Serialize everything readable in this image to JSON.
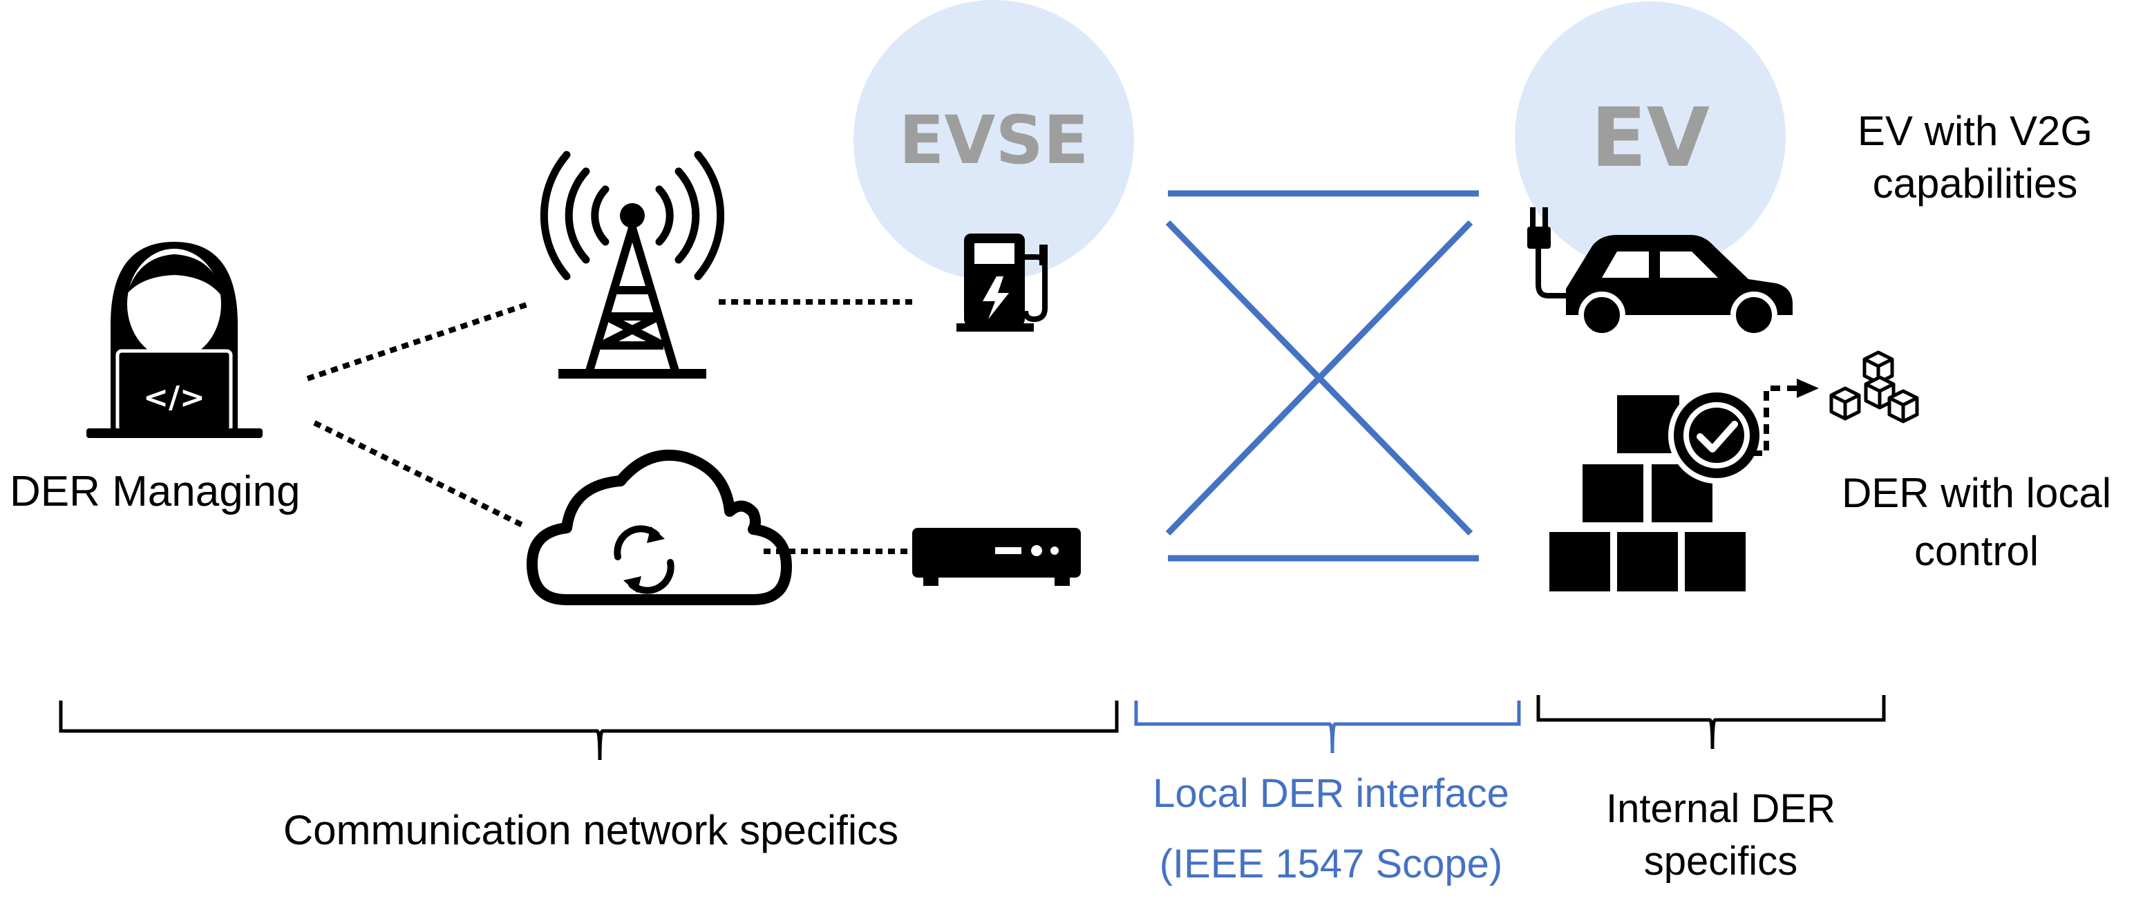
{
  "labels": {
    "der_managing": "DER Managing",
    "ev_v2g_line1": "EV with V2G",
    "ev_v2g_line2": "capabilities",
    "der_local_line1": "DER with local",
    "der_local_line2": "control",
    "comm_network": "Communication network specifics",
    "local_der_line1": "Local DER interface",
    "local_der_line2": "(IEEE 1547 Scope)",
    "internal_der_line1": "Internal DER",
    "internal_der_line2": "specifics"
  },
  "circles": {
    "evse": "EVSE",
    "ev": "EV"
  },
  "icons": [
    "developer-person-icon",
    "cell-tower-icon",
    "cloud-sync-icon",
    "charging-station-icon",
    "set-top-box-icon",
    "electric-car-icon",
    "stacked-boxes-check-icon",
    "cubes-icon"
  ],
  "colors": {
    "interface_blue": "#4472c4",
    "circle_fill": "#dde9f8",
    "circle_text": "#9e9e9e",
    "ink": "#000000"
  }
}
